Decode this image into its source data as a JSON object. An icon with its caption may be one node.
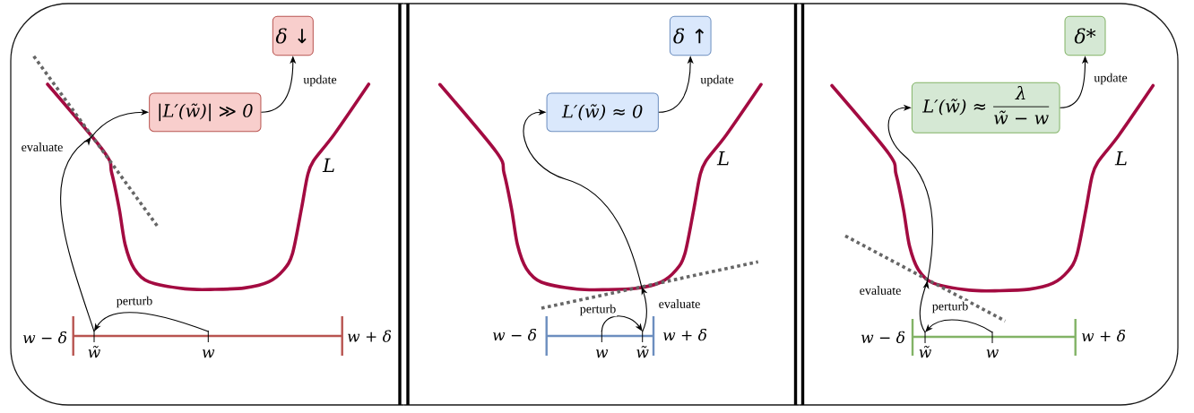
{
  "diagram": {
    "nodes": [
      {
        "text": [],
        "shape": "box"
      },
      {
        "text": [
          "δ ↓"
        ],
        "in": 0
      },
      {
        "text": [
          "|L′(w̃)| ≫ 0"
        ],
        "in": 0
      },
      {
        "text": [
          "w̃"
        ],
        "in": 0
      },
      {
        "text": [
          "w"
        ],
        "in": 0
      },
      {
        "text": [],
        "shape": "box"
      },
      {
        "text": [
          "δ ↑"
        ],
        "in": 5
      },
      {
        "text": [
          "L′(w̃) ≈ 0"
        ],
        "in": 5
      },
      {
        "text": [
          "w"
        ],
        "in": 5
      },
      {
        "text": [
          "w̃"
        ],
        "in": 5
      },
      {
        "text": [],
        "shape": "box"
      },
      {
        "text": [
          "δ*"
        ],
        "in": 10
      },
      {
        "text": [
          "L′(w̃) ≈",
          "λ",
          "w̃ − w"
        ],
        "in": 10
      },
      {
        "text": [
          "w̃"
        ],
        "in": 10
      },
      {
        "text": [
          "w"
        ],
        "in": 10
      }
    ],
    "edges": [
      {
        "from": 4,
        "to": 3,
        "arrow": "to",
        "label": "perturb"
      },
      {
        "from": 3,
        "to": 2,
        "arrow": "to",
        "label": "evaluate"
      },
      {
        "from": 2,
        "to": 1,
        "arrow": "to",
        "label": "update"
      },
      {
        "from": 8,
        "to": 9,
        "arrow": "to",
        "label": "perturb"
      },
      {
        "from": 9,
        "to": 7,
        "arrow": "to",
        "label": "evaluate"
      },
      {
        "from": 7,
        "to": 6,
        "arrow": "to",
        "label": "update"
      },
      {
        "from": 14,
        "to": 13,
        "arrow": "to",
        "label": "perturb"
      },
      {
        "from": 13,
        "to": 12,
        "arrow": "to",
        "label": "evaluate"
      },
      {
        "from": 12,
        "to": 11,
        "arrow": "to",
        "label": "update"
      }
    ],
    "labels": [
      "L",
      "w − δ",
      "w + δ",
      "L",
      "w − δ",
      "w + δ",
      "L",
      "w − δ",
      "w + δ"
    ]
  }
}
